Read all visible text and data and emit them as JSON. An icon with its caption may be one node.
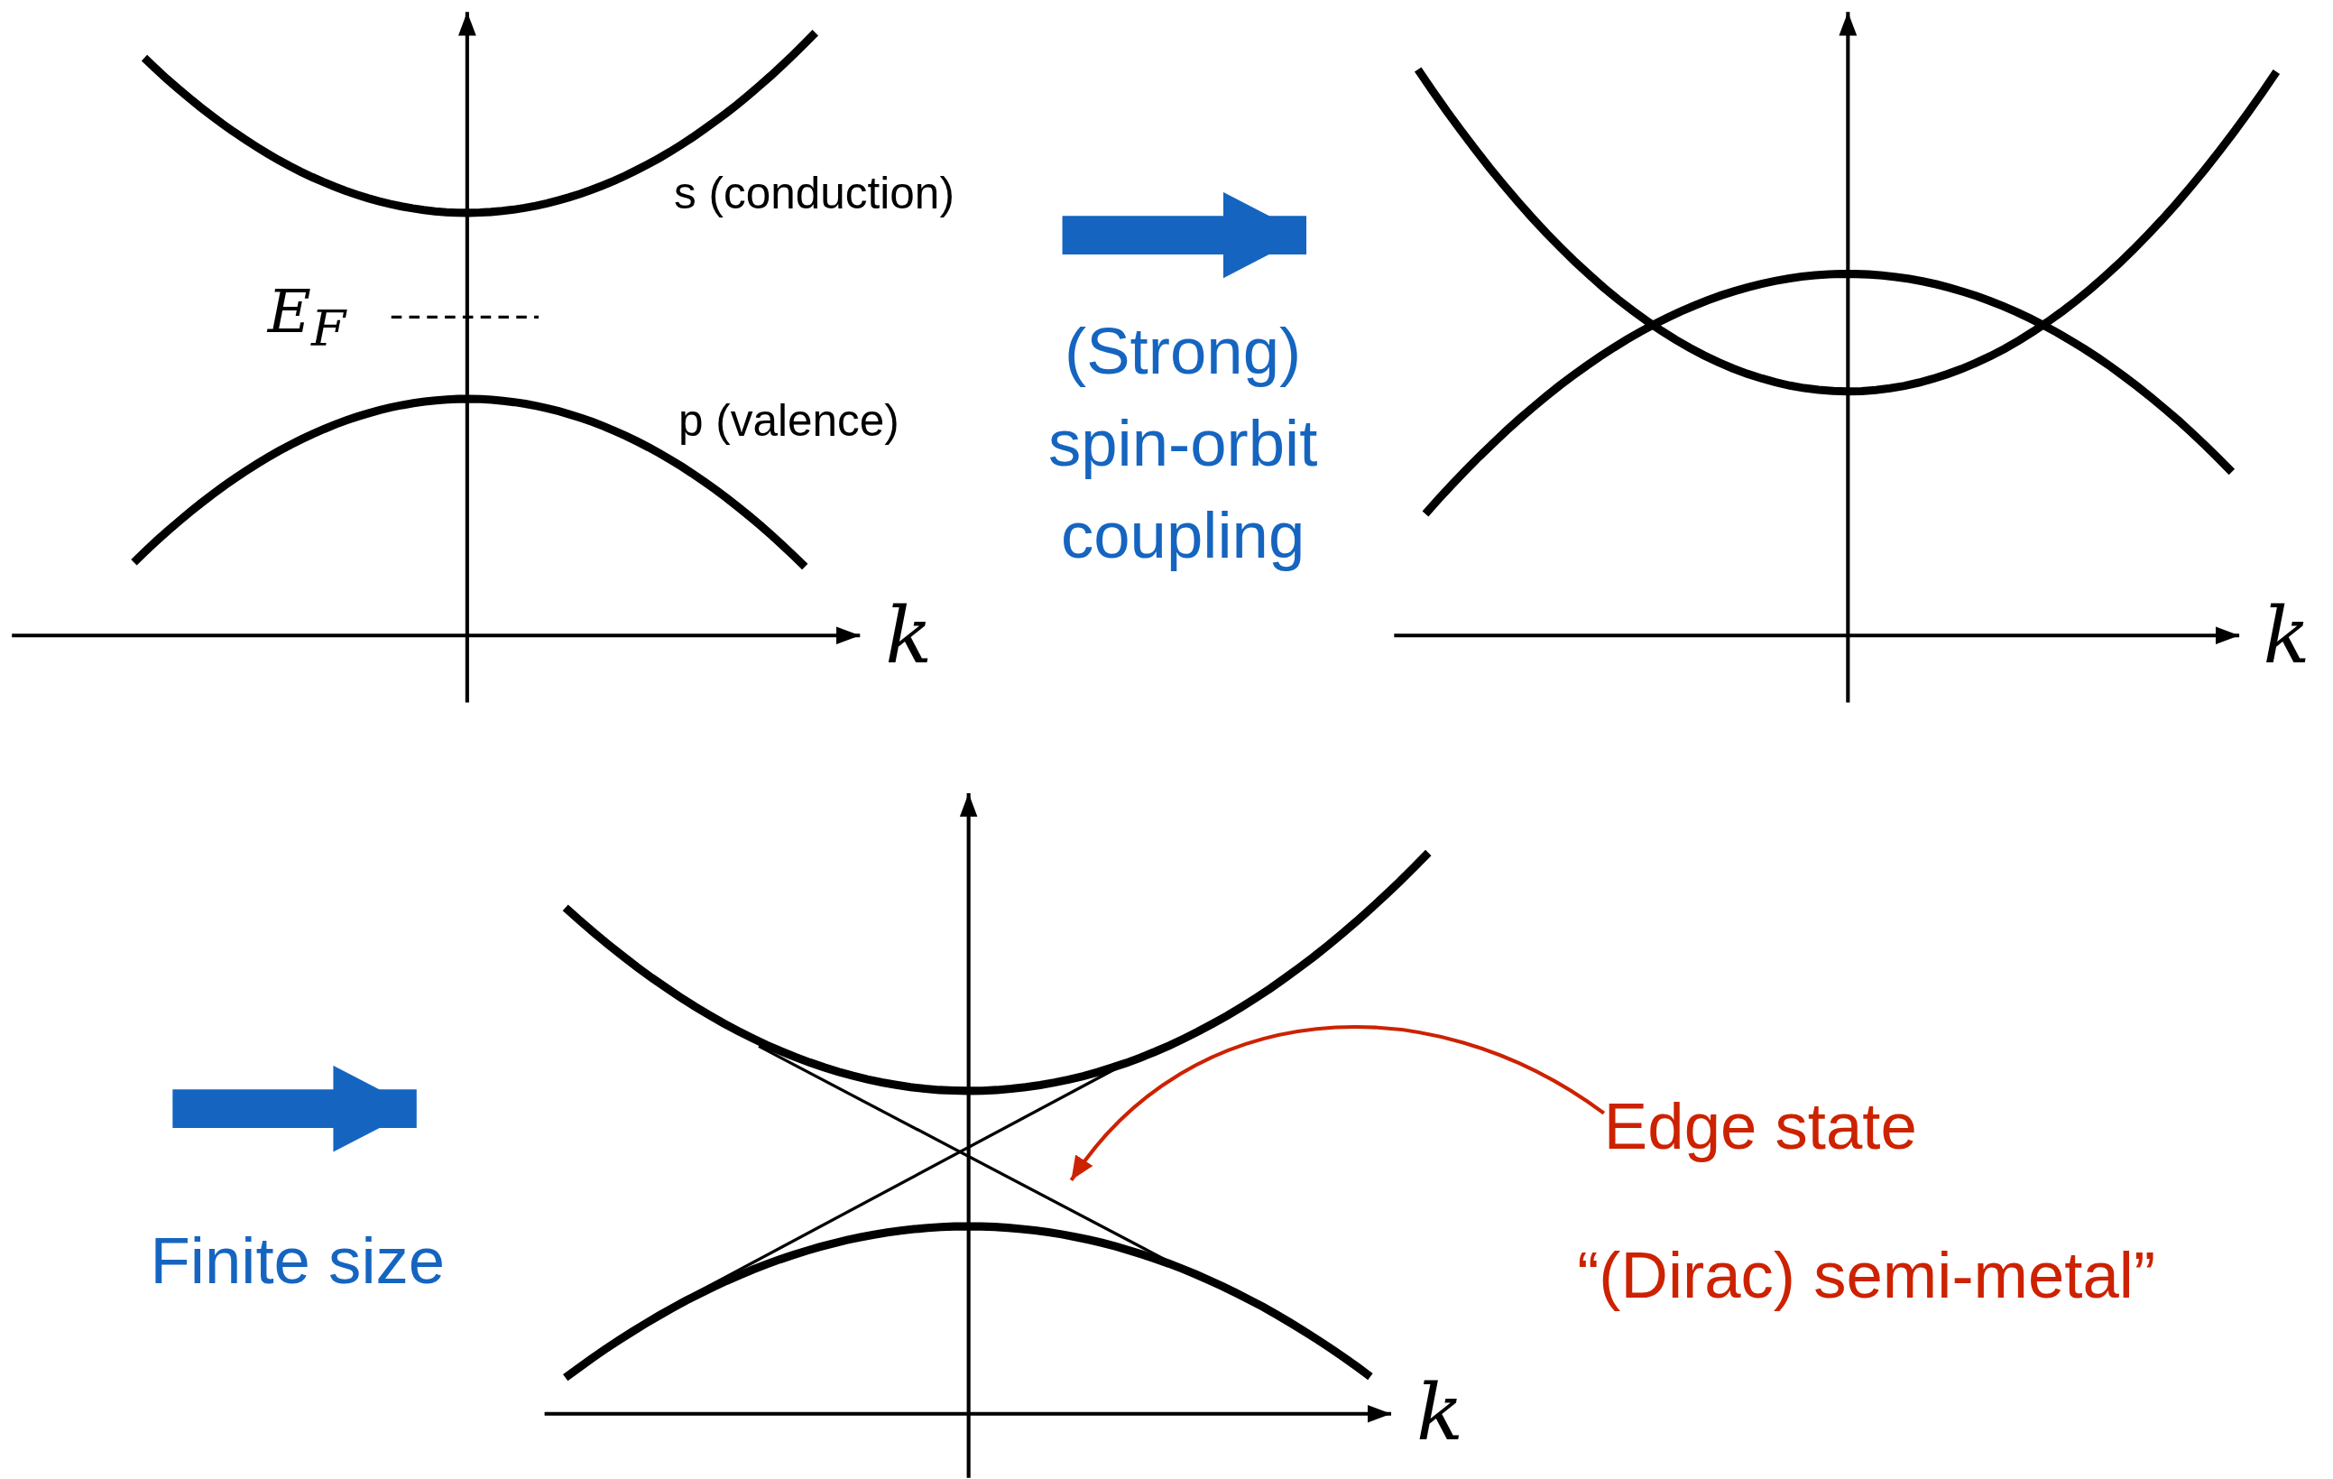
{
  "diagram": {
    "nodes": [
      {
        "text": [],
        "shape": "picture"
      },
      {
        "text": [],
        "shape": "picture"
      },
      {
        "text": [],
        "shape": "picture"
      },
      {
        "text": [
          "Edge state"
        ]
      }
    ],
    "edges": [
      {
        "from": null,
        "to": 1,
        "arrow": "to",
        "label": "(Strong) spin-orbit coupling",
        "color": "#1565c0"
      },
      {
        "from": null,
        "to": 2,
        "arrow": "to",
        "label": "Finite size",
        "color": "#1565c0"
      },
      {
        "from": 3,
        "to": 2,
        "arrow": "to",
        "color": "#cc2200"
      }
    ],
    "labels": [
      "s (conduction)",
      "E$_{F}$",
      "p (valence)",
      "k",
      "k",
      "k",
      "“(Dirac) semi-metal”"
    ]
  }
}
